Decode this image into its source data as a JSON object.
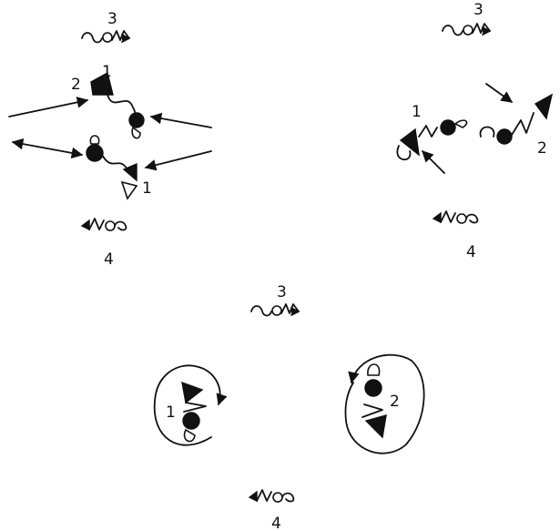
{
  "labels": {
    "p1_top": "3",
    "p1_bottom": "4",
    "p1_two": "2",
    "p1_one_a": "1",
    "p1_one_b": "1",
    "p2_top": "3",
    "p2_bottom": "4",
    "p2_one": "1",
    "p2_two": "2",
    "p3_top": "3",
    "p3_bottom": "4",
    "p3_one": "1",
    "p3_two": "2"
  }
}
